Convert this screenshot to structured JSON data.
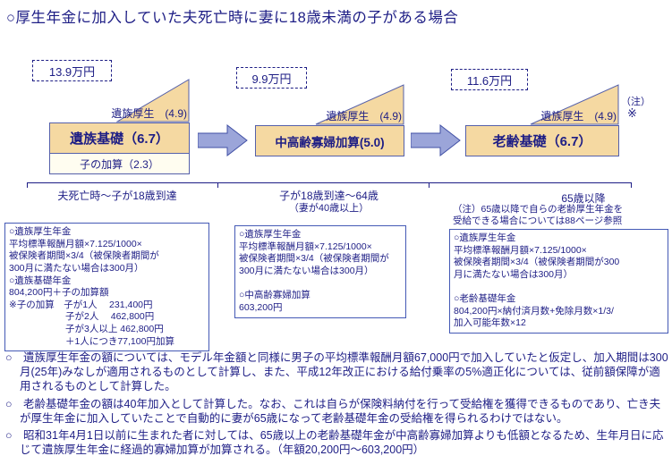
{
  "colors": {
    "text": "#1d1d85",
    "shape_fill": "#f5d9a2",
    "shape_border": "#5560aa",
    "sub_box_fill": "#fffdf0",
    "arrow_fill": "#9ba5d9",
    "arrow_border": "#4150a5",
    "box_border": "#4459b5",
    "background": "#ffffff"
  },
  "title": "○厚生年金に加入していた夫死亡時に妻に18歳未満の子がある場合",
  "stages": [
    {
      "amount": "13.9万円",
      "triangle_label": "遺族厚生　(4.9)",
      "boxes": [
        {
          "label": "遺族基礎（6.7）"
        },
        {
          "label": "子の加算（2.3）"
        }
      ],
      "period_label": "夫死亡時～子が18歳到達",
      "period_sublabel": ""
    },
    {
      "amount": "9.9万円",
      "triangle_label": "遺族厚生　(4.9)",
      "boxes": [
        {
          "label": "中高齢寡婦加算(5.0)"
        }
      ],
      "period_label": "子が18歳到達～64歳",
      "period_sublabel": "（妻が40歳以上）"
    },
    {
      "amount": "11.6万円",
      "triangle_label": "遺族厚生　(4.9)",
      "boxes": [
        {
          "label": "老齢基礎（6.7）"
        }
      ],
      "period_label": "65歳以降",
      "period_sublabel": ""
    }
  ],
  "stage3_note_mark": "（注）",
  "stage3_asterisk": "※",
  "timeline_note": "（注）65歳以降で自らの老齢厚生年金を\n受給できる場合については88ページ参照",
  "detail_boxes": [
    {
      "text": "○遺族厚生年金\n平均標準報酬月額×7.125/1000×\n被保険者期間×3/4（被保険者期間が\n300月に満たない場合は300月）\n○遺族基礎年金\n804,200円＋子の加算額\n※子の加算　子が1人　 231,400円\n　　　　　　子が2人　 462,800円\n　　　　　　子が3人以上 462,800円\n　　　　　　＋1人につき77,100円加算"
    },
    {
      "text": "○遺族厚生年金\n平均標準報酬月額×7.125/1000×\n被保険者期間×3/4（被保険者期間が\n300月に満たない場合は300月）\n\n○中高齢寡婦加算\n603,200円"
    },
    {
      "text": "○遺族厚生年金\n平均標準報酬月額×7.125/1000×\n被保険者期間×3/4（被保険者期間が300\n月に満たない場合は300月）\n\n○老齢基礎年金\n804,200円×納付済月数+免除月数×1/3/\n加入可能年数×12"
    }
  ],
  "footnotes": [
    "○　遺族厚生年金の額については、モデル年金額と同様に男子の平均標準報酬月額67,000円で加入していたと仮定し、加入期間は300月(25年)みなしが適用されるものとして計算し、また、平成12年改正における給付乗率の5%適正化については、従前額保障が適用されるものとして計算した。",
    "○　老齢基礎年金の額は40年加入として計算した。なお、これは自らが保険料納付を行って受給権を獲得できるものであり、亡き夫が厚生年金に加入していたことで自動的に妻が65歳になって老齢基礎年金の受給権を得られるわけではない。",
    "○　昭和31年4月1日以前に生まれた者に対しては、65歳以上の老齢基礎年金が中高齢寡婦加算よりも低額となるため、生年月日に応じて遺族厚生年金に経過的寡婦加算が加算される。（年額20,200円～603,200円）"
  ]
}
